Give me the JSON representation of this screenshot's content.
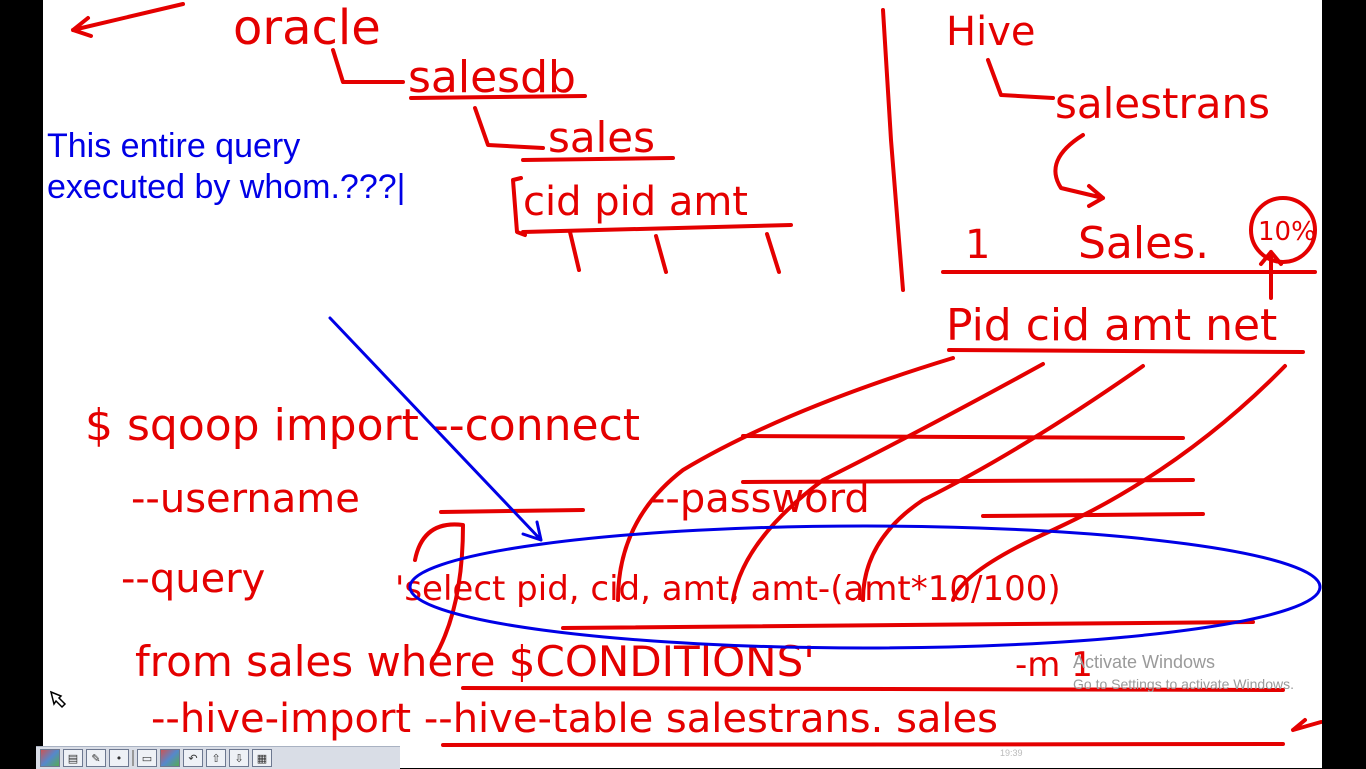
{
  "note": {
    "line1": "This entire query",
    "line2": "executed by whom.???|"
  },
  "watermark": {
    "title": "Activate Windows",
    "subtitle": "Go to Settings to activate Windows."
  },
  "clock": "19:39",
  "taskbar_icons": [
    "paint-icon",
    "clipboard-icon",
    "pen-icon",
    "dot-icon",
    "folder-icon",
    "highlighter-icon",
    "undo-icon",
    "page-up-icon",
    "page-down-icon",
    "document-icon"
  ],
  "handwriting": {
    "oracle": "oracle",
    "salesdb": "salesdb",
    "sales_table": "sales",
    "oracle_cols": "cid  pid  amt",
    "hive": "Hive",
    "salestrans": "salestrans",
    "hive_sales": "Sales.",
    "ten_percent": "10%",
    "one": "1",
    "hive_cols": "Pid  cid   amt  net",
    "line1": "$ sqoop  import  --connect",
    "line2a": "--username",
    "line2b": "--password",
    "line3a": "--query",
    "line3b": "'select  pid, cid, amt, amt-(amt*10/100)",
    "line4": "from  sales where  $CONDITIONS'",
    "line4b": "-m 1",
    "line5": "--hive-import  --hive-table   salestrans. sales"
  },
  "colors": {
    "ink_red": "#e40000",
    "ink_blue": "#0000e6",
    "board": "#ffffff",
    "frame": "#000000"
  }
}
